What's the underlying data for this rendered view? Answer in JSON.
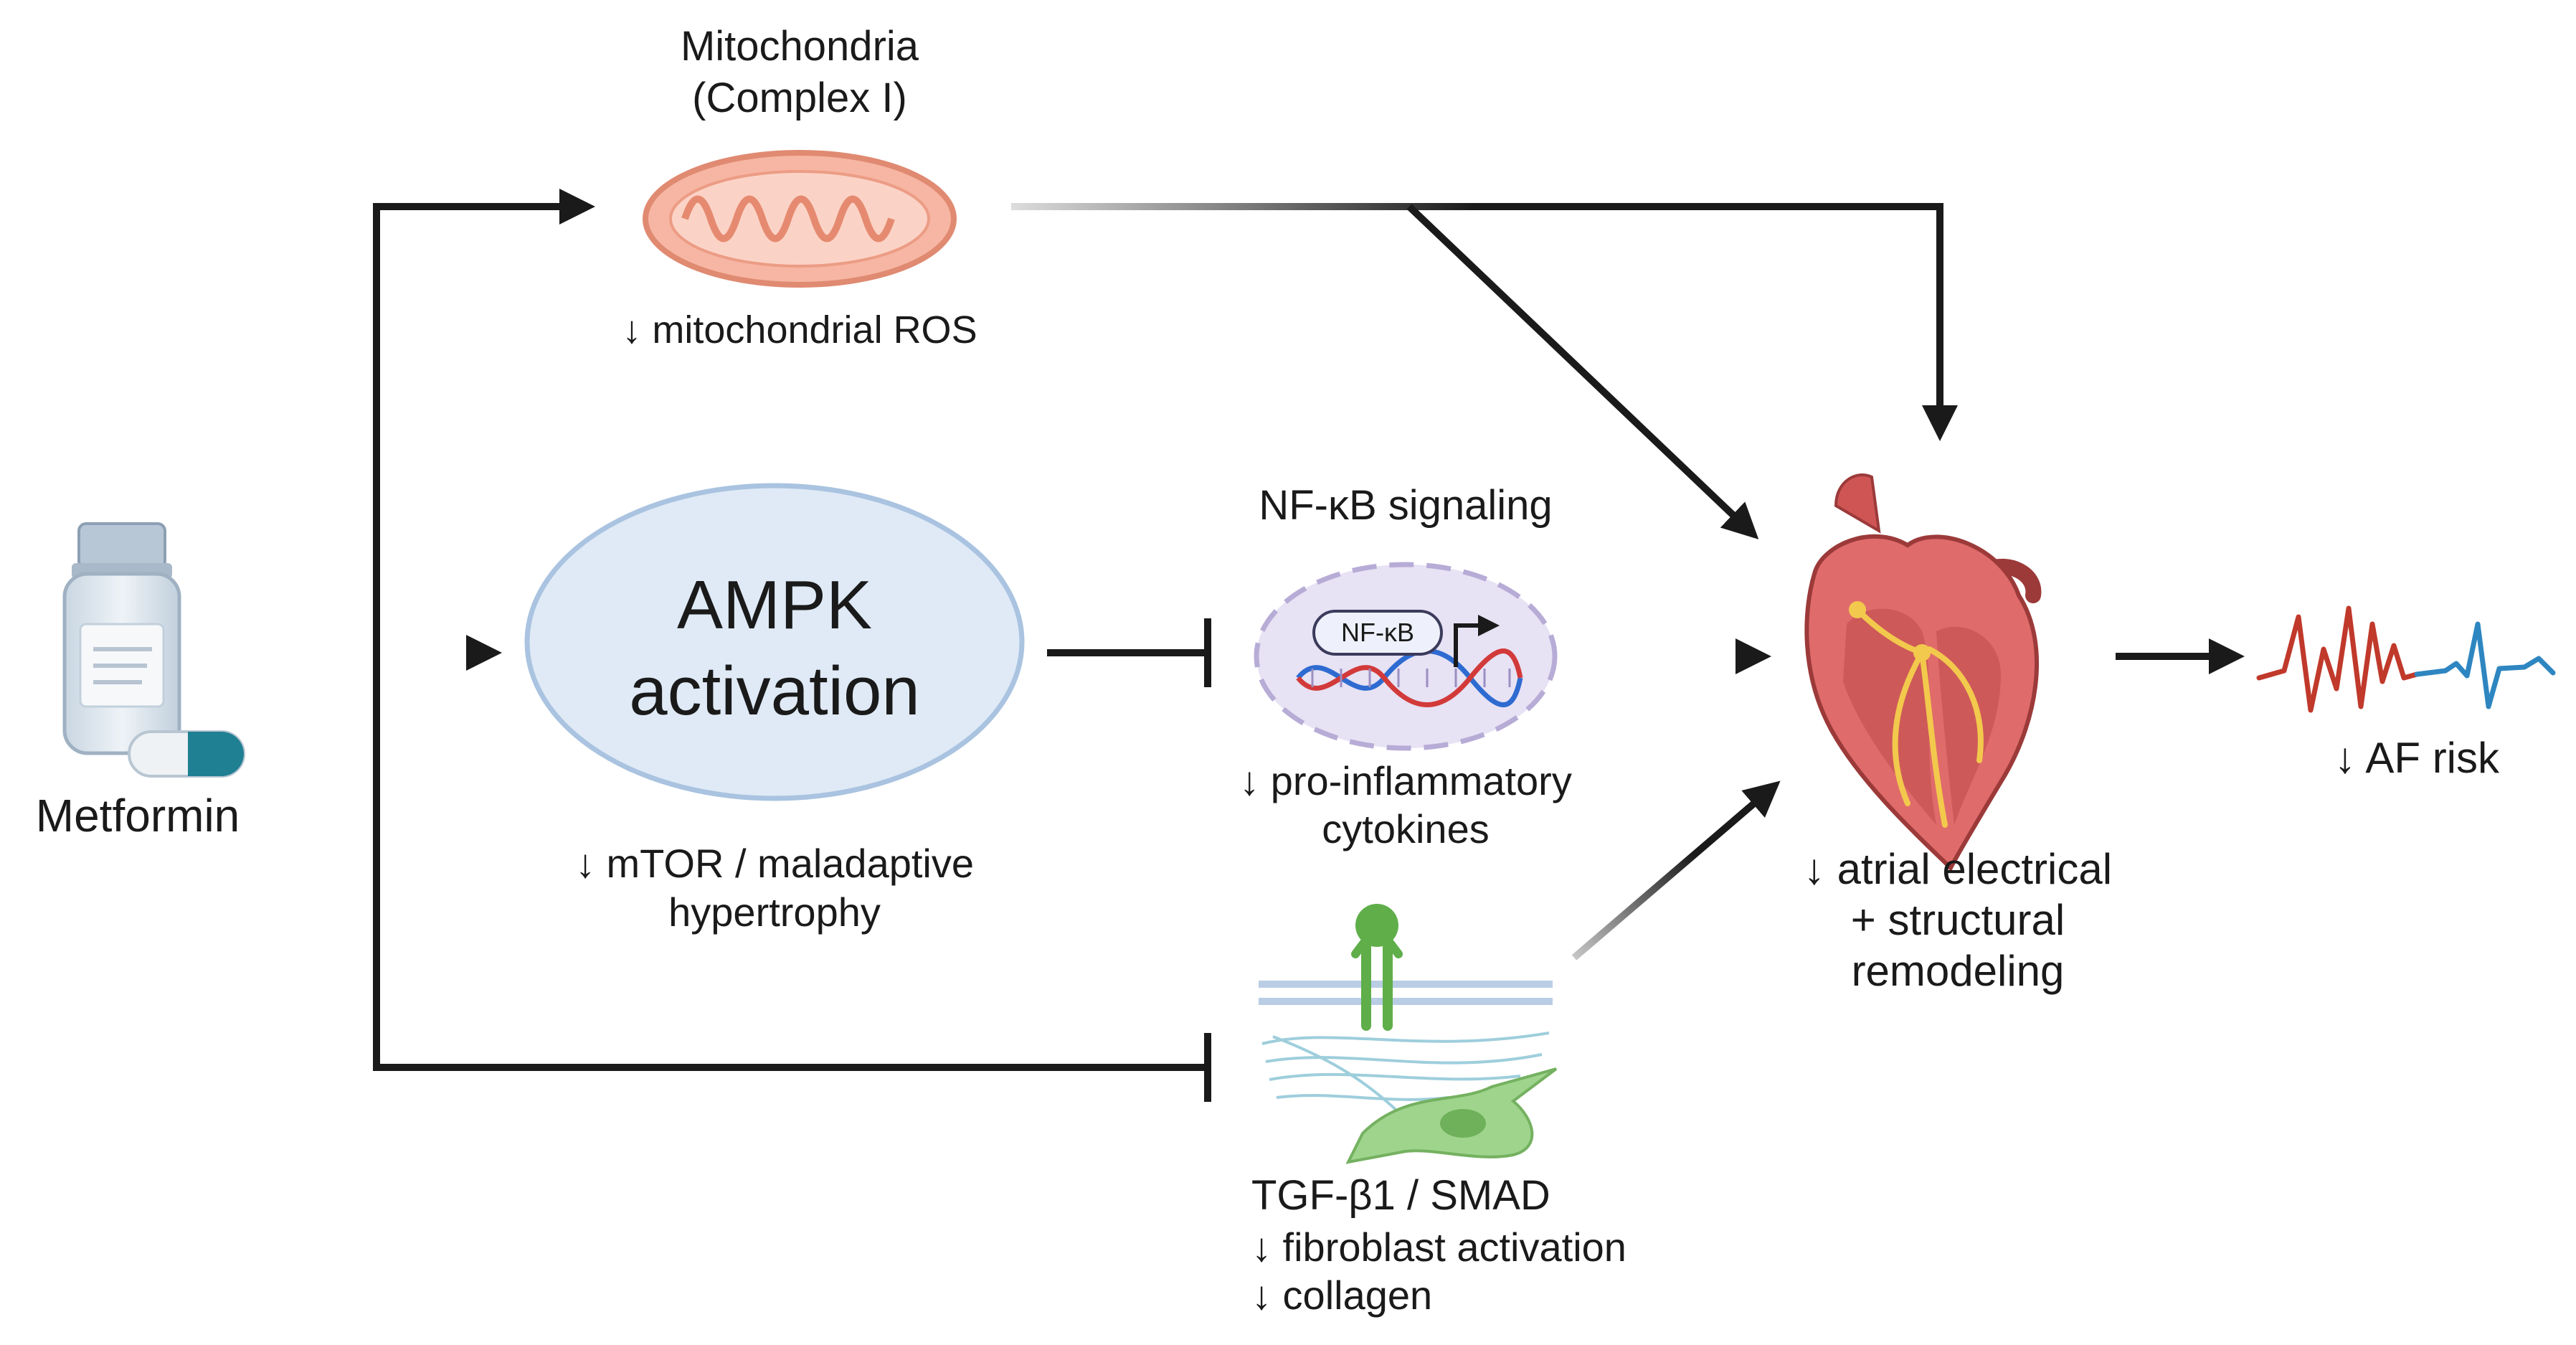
{
  "labels": {
    "metformin": "Metformin",
    "mito_title_1": "Mitochondria",
    "mito_title_2": "(Complex I)",
    "mito_effect": "↓ mitochondrial ROS",
    "ampk_line1": "AMPK",
    "ampk_line2": "activation",
    "ampk_effect_1": "↓ mTOR / maladaptive",
    "ampk_effect_2": "hypertrophy",
    "nfkb_title": "NF-κB signaling",
    "nfkb_box": "NF-κB",
    "nfkb_effect_1": "↓ pro-inflammatory",
    "nfkb_effect_2": "cytokines",
    "tgf_title": "TGF-β1 / SMAD",
    "tgf_effect_1": "↓ fibroblast activation",
    "tgf_effect_2": "↓ collagen",
    "heart_effect_1": "↓ atrial electrical",
    "heart_effect_2": "+ structural",
    "heart_effect_3": "remodeling",
    "af_effect": "↓ AF risk"
  },
  "colors": {
    "arrow": "#1a1a1a",
    "ampk_fill": "#dfeaf6",
    "ampk_stroke": "#a9c3e0",
    "mito_fill": "#f6b6a3",
    "mito_stroke": "#e08a72",
    "nfkb_fill": "#e7e2f4",
    "nfkb_stroke": "#b7acd6",
    "heart_fill": "#e06b6b",
    "heart_dark": "#b94a4a",
    "conduction": "#f2c94c",
    "ecg_red": "#c0392b",
    "ecg_blue": "#2e86c1",
    "fibroblast": "#9fd48c",
    "receptor": "#5fae4a",
    "membrane": "#b9cde4",
    "bottle_body": "#dfe7ee",
    "capsule_teal": "#1f7f93"
  },
  "icons": [
    "pill-bottle-icon",
    "capsule-icon",
    "mitochondrion-icon",
    "nucleus-dna-icon",
    "receptor-membrane-icon",
    "fibroblast-icon",
    "heart-icon",
    "ecg-trace-icon"
  ]
}
